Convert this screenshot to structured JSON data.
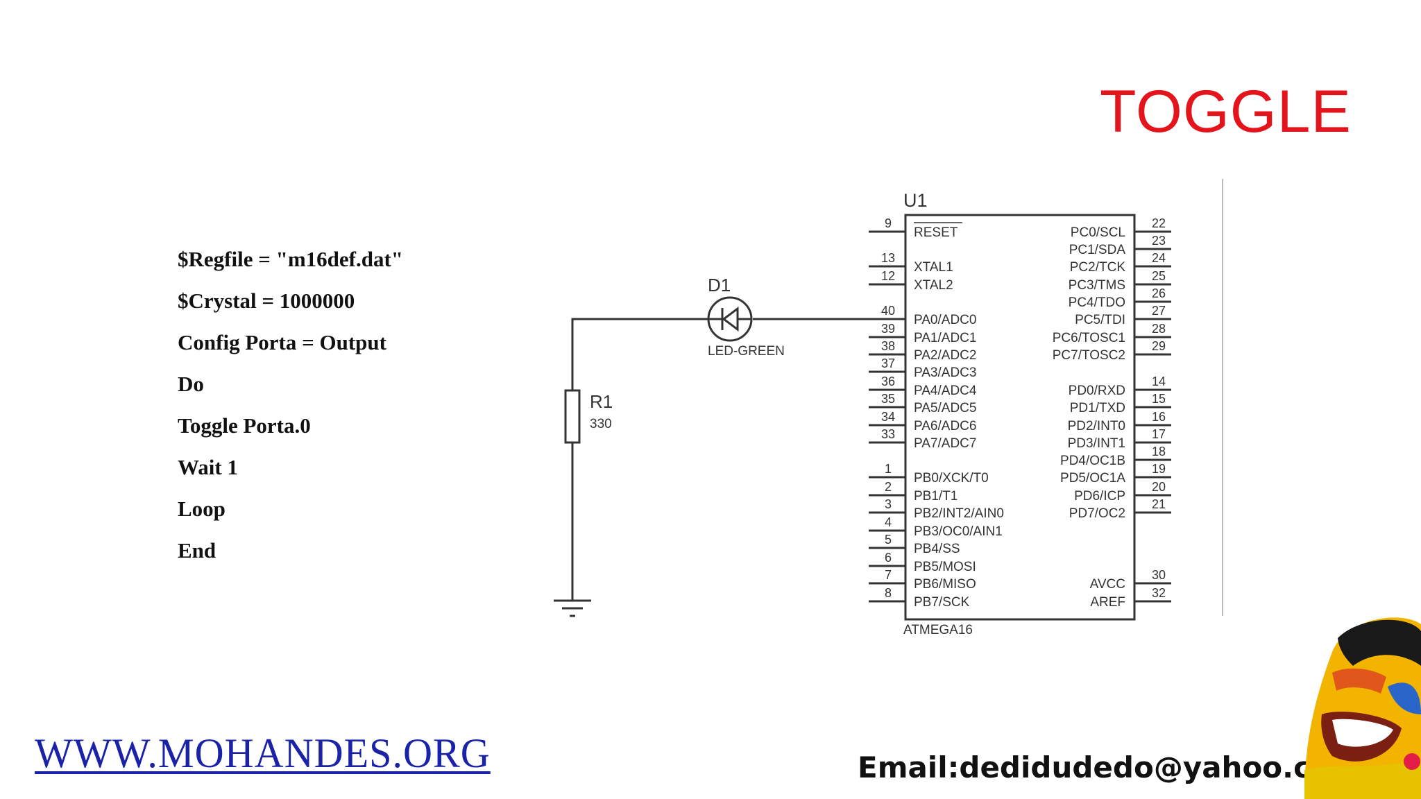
{
  "slide": {
    "title": "TOGGLE",
    "code_lines": [
      "$Regfile = \"m16def.dat\"",
      "$Crystal = 1000000",
      "Config Porta = Output",
      "Do",
      "Toggle Porta.0",
      "Wait 1",
      "Loop",
      "End"
    ],
    "website": "WWW.MOHANDES.ORG",
    "email": "Email:dedidudedo@yahoo.com",
    "colors": {
      "title": "#e3141b",
      "website": "#1a23a8",
      "text": "#111111",
      "wire": "#333333"
    }
  },
  "schematic": {
    "mcu": {
      "ref": "U1",
      "part": "ATMEGA16"
    },
    "led": {
      "ref": "D1",
      "value": "LED-GREEN"
    },
    "resistor": {
      "ref": "R1",
      "value": "330"
    },
    "left_pins": [
      {
        "num": "9",
        "name": "RESET"
      },
      {
        "num": "13",
        "name": "XTAL1"
      },
      {
        "num": "12",
        "name": "XTAL2"
      },
      {
        "num": "40",
        "name": "PA0/ADC0"
      },
      {
        "num": "39",
        "name": "PA1/ADC1"
      },
      {
        "num": "38",
        "name": "PA2/ADC2"
      },
      {
        "num": "37",
        "name": "PA3/ADC3"
      },
      {
        "num": "36",
        "name": "PA4/ADC4"
      },
      {
        "num": "35",
        "name": "PA5/ADC5"
      },
      {
        "num": "34",
        "name": "PA6/ADC6"
      },
      {
        "num": "33",
        "name": "PA7/ADC7"
      },
      {
        "num": "1",
        "name": "PB0/XCK/T0"
      },
      {
        "num": "2",
        "name": "PB1/T1"
      },
      {
        "num": "3",
        "name": "PB2/INT2/AIN0"
      },
      {
        "num": "4",
        "name": "PB3/OC0/AIN1"
      },
      {
        "num": "5",
        "name": "PB4/SS"
      },
      {
        "num": "6",
        "name": "PB5/MOSI"
      },
      {
        "num": "7",
        "name": "PB6/MISO"
      },
      {
        "num": "8",
        "name": "PB7/SCK"
      }
    ],
    "right_pins": [
      {
        "num": "22",
        "name": "PC0/SCL"
      },
      {
        "num": "23",
        "name": "PC1/SDA"
      },
      {
        "num": "24",
        "name": "PC2/TCK"
      },
      {
        "num": "25",
        "name": "PC3/TMS"
      },
      {
        "num": "26",
        "name": "PC4/TDO"
      },
      {
        "num": "27",
        "name": "PC5/TDI"
      },
      {
        "num": "28",
        "name": "PC6/TOSC1"
      },
      {
        "num": "29",
        "name": "PC7/TOSC2"
      },
      {
        "num": "14",
        "name": "PD0/RXD"
      },
      {
        "num": "15",
        "name": "PD1/TXD"
      },
      {
        "num": "16",
        "name": "PD2/INT0"
      },
      {
        "num": "17",
        "name": "PD3/INT1"
      },
      {
        "num": "18",
        "name": "PD4/OC1B"
      },
      {
        "num": "19",
        "name": "PD5/OC1A"
      },
      {
        "num": "20",
        "name": "PD6/ICP"
      },
      {
        "num": "21",
        "name": "PD7/OC2"
      },
      {
        "num": "30",
        "name": "AVCC"
      },
      {
        "num": "32",
        "name": "AREF"
      }
    ]
  }
}
